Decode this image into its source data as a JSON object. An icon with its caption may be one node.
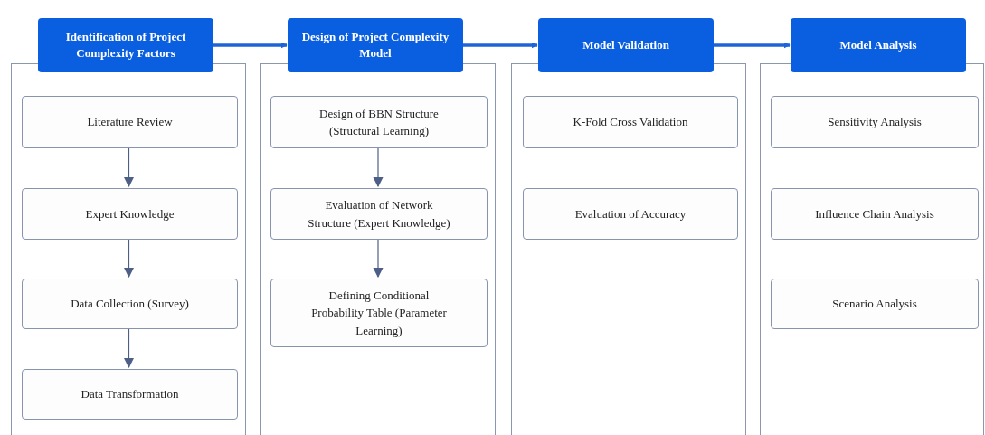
{
  "diagram": {
    "nodes": [
      {
        "text": [
          "Identification of Project Complexity Factors"
        ]
      },
      {
        "text": [],
        "shape": "box"
      },
      {
        "text": [
          "Literature Review"
        ],
        "in": 1
      },
      {
        "text": [
          "Expert Knowledge"
        ],
        "in": 1
      },
      {
        "text": [
          "Data Collection (Survey)"
        ],
        "in": 1
      },
      {
        "text": [
          "Data Transformation"
        ],
        "in": 1
      },
      {
        "text": [
          "Design of Project Complexity Model"
        ]
      },
      {
        "text": [],
        "shape": "box"
      },
      {
        "text": [
          "Design of BBN Structure (Structural Learning)"
        ],
        "in": 7
      },
      {
        "text": [
          "Evaluation of Network Structure (Expert Knowledge)"
        ],
        "in": 7
      },
      {
        "text": [
          "Defining Conditional Probability Table (Parameter Learning)"
        ],
        "in": 7
      },
      {
        "text": [
          "Model Validation"
        ]
      },
      {
        "text": [],
        "shape": "box"
      },
      {
        "text": [
          "K-Fold Cross Validation"
        ],
        "in": 12
      },
      {
        "text": [
          "Evaluation of Accuracy"
        ],
        "in": 12
      },
      {
        "text": [
          "Model Analysis"
        ]
      },
      {
        "text": [],
        "shape": "box"
      },
      {
        "text": [
          "Sensitivity Analysis"
        ],
        "in": 16
      },
      {
        "text": [
          "Influence Chain Analysis"
        ],
        "in": 16
      },
      {
        "text": [
          "Scenario Analysis"
        ],
        "in": 16
      }
    ],
    "edges": [
      {
        "from": 0,
        "to": 6,
        "arrow": "to",
        "style": "thick",
        "color": "#1f63d8"
      },
      {
        "from": 6,
        "to": 11,
        "arrow": "to",
        "style": "thick",
        "color": "#1f63d8"
      },
      {
        "from": 11,
        "to": 15,
        "arrow": "to",
        "style": "thick",
        "color": "#1f63d8"
      },
      {
        "from": 2,
        "to": 3,
        "arrow": "to"
      },
      {
        "from": 3,
        "to": 4,
        "arrow": "to"
      },
      {
        "from": 4,
        "to": 5,
        "arrow": "to"
      },
      {
        "from": 8,
        "to": 9,
        "arrow": "to"
      },
      {
        "from": 9,
        "to": 10,
        "arrow": "to"
      }
    ]
  }
}
